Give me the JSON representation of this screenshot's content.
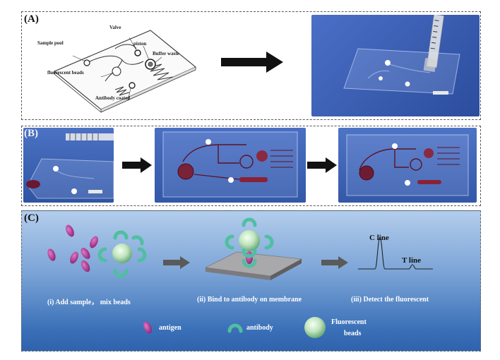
{
  "panel_a": {
    "label": "(A)",
    "schematic_labels": {
      "sample_pool": "Sample pool",
      "valve": "Valve",
      "piston": "piston",
      "buffer_waste": "Buffer waste",
      "fluorescent_beads": "fluorescent beads",
      "antibody_coated": "Antibody coated"
    }
  },
  "panel_b": {
    "label": "(B)"
  },
  "panel_c": {
    "label": "(C)",
    "steps": [
      "(i) Add sample， mix beads",
      "(ii) Bind to antibody on membrane",
      "(iii) Detect the fluorescent"
    ],
    "signal_labels": {
      "c_line": "C line",
      "t_line": "T line"
    },
    "legend": {
      "antigen": "antigen",
      "antibody": "antibody",
      "beads_line1": "Fluorescent",
      "beads_line2": "beads"
    }
  },
  "colors": {
    "panel_c_bg_top": "#a9c6e8",
    "panel_c_bg_bottom": "#2f68b0",
    "antigen": "#b0358f",
    "antibody": "#4fbfa0",
    "bead": "#c9eac9",
    "photo_blue": "#3a5fb5",
    "arrow_black": "#111111",
    "arrow_gray": "#5c5c5c"
  }
}
